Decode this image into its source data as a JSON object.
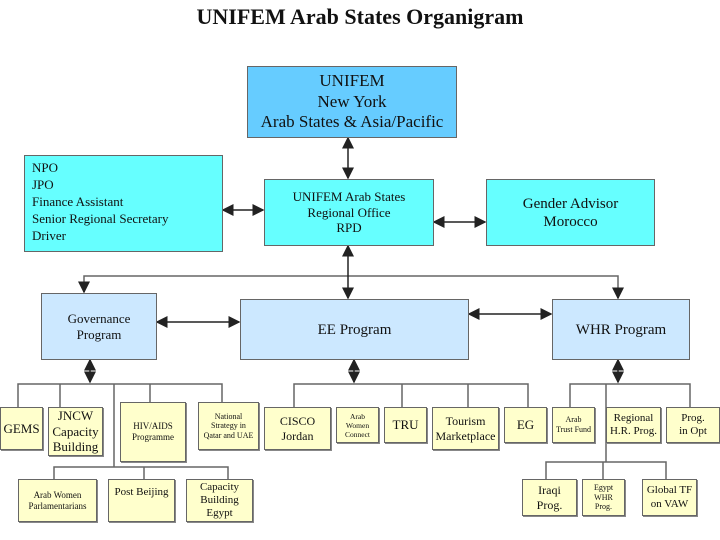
{
  "title": "UNIFEM Arab States Organigram",
  "colors": {
    "top": "#66CCFF",
    "office": "#66FFFF",
    "program": "#CCE8FF",
    "project": "#FFFFCC"
  },
  "nodes": {
    "unifem_ny": "UNIFEM\nNew York\nArab States & Asia/Pacific",
    "staff": "NPO\nJPO\nFinance Assistant\nSenior Regional Secretary\nDriver",
    "regional_office": "UNIFEM Arab States\nRegional Office\nRPD",
    "gender_advisor": "Gender Advisor\nMorocco",
    "governance": "Governance\nProgram",
    "ee": "EE Program",
    "whr": "WHR Program"
  },
  "governance_projects": [
    "GEMS",
    "JNCW\nCapacity\nBuilding",
    "HIV/AIDS\nProgramme",
    "National\nStrategy in\nQatar and UAE",
    "Arab Women\nParlamentarians",
    "Post Beijing",
    "Capacity\nBuilding\nEgypt"
  ],
  "ee_projects": [
    "CISCO\nJordan",
    "Arab\nWomen\nConnect",
    "TRU",
    "Tourism\nMarketplace",
    "EG"
  ],
  "whr_projects": [
    "Arab\nTrust Fund",
    "Regional\nH.R. Prog.",
    "Prog.\nin Opt",
    "Iraqi\nProg.",
    "Egypt\nWHR\nProg.",
    "Global TF\non VAW"
  ]
}
